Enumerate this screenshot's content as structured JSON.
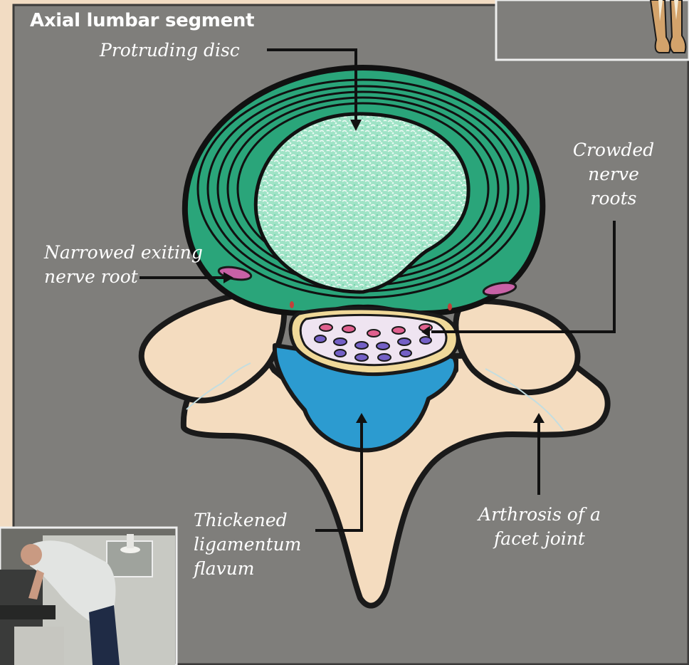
{
  "title": "Axial lumbar segment",
  "labels": {
    "protruding_disc": "Protruding disc",
    "crowded_line1": "Crowded",
    "crowded_line2": "nerve",
    "crowded_line3": "roots",
    "narrowed_line1": "Narrowed exiting",
    "narrowed_line2": "nerve root",
    "thickened_line1": "Thickened",
    "thickened_line2": "ligamentum",
    "thickened_line3": "flavum",
    "arthrosis_line1": "Arthrosis of a",
    "arthrosis_line2": "facet joint"
  },
  "colors": {
    "page_background": "#f2dcc3",
    "panel_background": "#7f7e7b",
    "annulus": "#2aa57a",
    "nucleus": "#9fe3c6",
    "bone": "#f4dcbf",
    "ligamentum_flavum": "#2c9bd0",
    "dural_sac": "#f0d999",
    "nerve_roots_pink": "#e0608e",
    "nerve_roots_purple": "#7460c6",
    "exiting_root": "#c861a6",
    "outline": "#1a1a1a",
    "label_text": "#ffffff"
  },
  "icons": [
    "legs-figure-thumbnail",
    "man-bending-over-photo"
  ]
}
